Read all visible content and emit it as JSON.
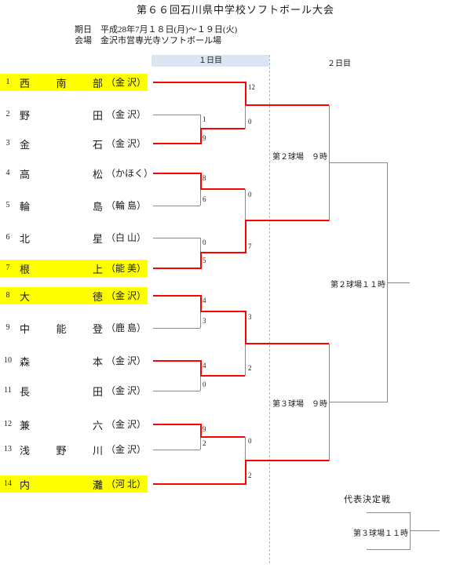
{
  "title": "第６６回石川県中学校ソフトボール大会",
  "meta": {
    "date_label": "期日",
    "date_value": "平成28年7月１８日(月)～１９日(火)",
    "venue_label": "会場",
    "venue_value": "金沢市営専光寺ソフトボール場"
  },
  "day_headers": {
    "day1": "１日目",
    "day2": "２日目"
  },
  "teams": [
    {
      "seed": "1",
      "name": "西南部",
      "region": "（金 沢）",
      "highlight": true
    },
    {
      "seed": "2",
      "name": "野田",
      "region": "（金 沢）",
      "highlight": false
    },
    {
      "seed": "3",
      "name": "金石",
      "region": "（金 沢）",
      "highlight": false
    },
    {
      "seed": "4",
      "name": "高松",
      "region": "（かほく）",
      "highlight": false
    },
    {
      "seed": "5",
      "name": "輪島",
      "region": "（輪 島）",
      "highlight": false
    },
    {
      "seed": "6",
      "name": "北星",
      "region": "（白 山）",
      "highlight": false
    },
    {
      "seed": "7",
      "name": "根上",
      "region": "（能 美）",
      "highlight": true
    },
    {
      "seed": "8",
      "name": "大徳",
      "region": "（金 沢）",
      "highlight": true
    },
    {
      "seed": "9",
      "name": "中能登",
      "region": "（鹿 島）",
      "highlight": false
    },
    {
      "seed": "10",
      "name": "森本",
      "region": "（金 沢）",
      "highlight": false
    },
    {
      "seed": "11",
      "name": "長田",
      "region": "（金 沢）",
      "highlight": false
    },
    {
      "seed": "12",
      "name": "兼六",
      "region": "（金 沢）",
      "highlight": false
    },
    {
      "seed": "13",
      "name": "浅野川",
      "region": "（金 沢）",
      "highlight": false
    },
    {
      "seed": "14",
      "name": "内灘",
      "region": "（河 北）",
      "highlight": true
    }
  ],
  "matches": {
    "round1": [
      {
        "top": "野田",
        "bottom": "金石",
        "score_top": "1",
        "score_bottom": "9",
        "winner": "金石"
      },
      {
        "top": "高松",
        "bottom": "輪島",
        "score_top": "8",
        "score_bottom": "6",
        "winner": "高松"
      },
      {
        "top": "北星",
        "bottom": "根上",
        "score_top": "0",
        "score_bottom": "5",
        "winner": "根上"
      },
      {
        "top": "大徳",
        "bottom": "中能登",
        "score_top": "4",
        "score_bottom": "3",
        "winner": "大徳"
      },
      {
        "top": "森本",
        "bottom": "長田",
        "score_top": "4",
        "score_bottom": "0",
        "winner": "森本"
      },
      {
        "top": "兼六",
        "bottom": "浅野川",
        "score_top": "9",
        "score_bottom": "2",
        "winner": "兼六"
      }
    ],
    "quarterfinals": [
      {
        "top": "西南部",
        "bottom": "金石",
        "score_top": "12",
        "score_bottom": "0",
        "winner": "西南部"
      },
      {
        "top": "高松",
        "bottom": "根上",
        "score_top": "0",
        "score_bottom": "7",
        "winner": "根上"
      },
      {
        "top": "大徳",
        "bottom": "森本",
        "score_top": "3",
        "score_bottom": "2",
        "winner": "大徳"
      },
      {
        "top": "兼六",
        "bottom": "内灘",
        "score_top": "0",
        "score_bottom": "2",
        "winner": "内灘"
      }
    ],
    "semifinals": [
      {
        "label": "第２球場　９時"
      },
      {
        "label": "第３球場　９時"
      }
    ],
    "final": {
      "label": "第２球場１１時"
    },
    "representative": {
      "title": "代表決定戦",
      "label": "第３球場１１時"
    }
  },
  "colors": {
    "winner_line": "#ff0000",
    "loser_line": "#8a8a8a",
    "highlight": "#ffff00",
    "day1_bg": "#dce6f2"
  }
}
